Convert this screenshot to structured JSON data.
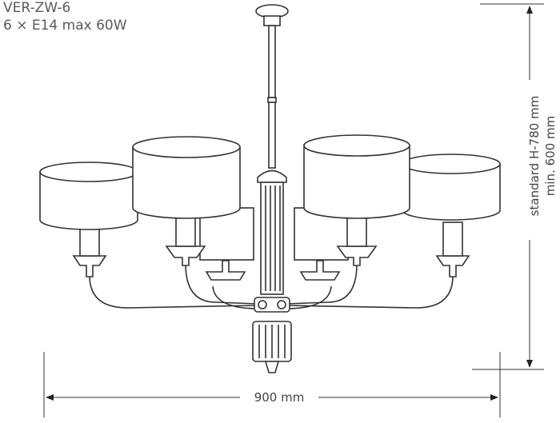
{
  "model": "VER-ZW-6",
  "spec": "6 × E14 max 60W",
  "dimensions": {
    "width": "900 mm",
    "height_standard": "standard H-780 mm",
    "height_min": "min. 600 mm"
  }
}
